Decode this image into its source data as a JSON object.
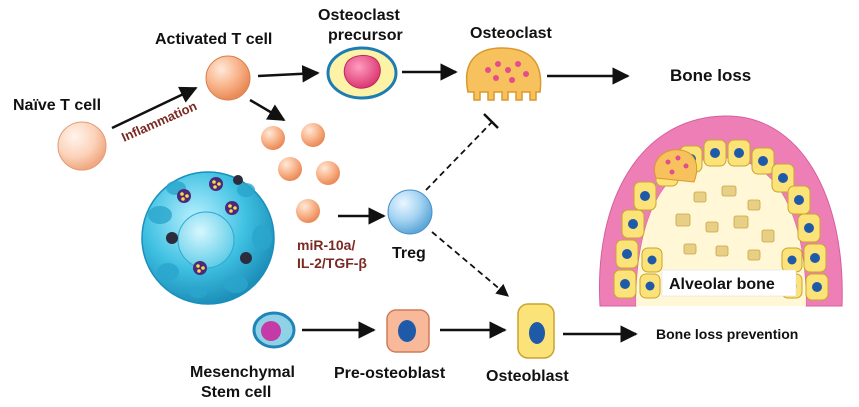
{
  "labels": {
    "naive_t_cell": "Naïve T cell",
    "activated_t_cell": "Activated T cell",
    "osteoclast_precursor_line1": "Osteoclast",
    "osteoclast_precursor_line2": "precursor",
    "osteoclast": "Osteoclast",
    "bone_loss": "Bone loss",
    "inflammation": "Inflammation",
    "mirna_line1": "miR-10a/",
    "mirna_line2": "IL-2/TGF-β",
    "treg": "Treg",
    "alveolar_bone": "Alveolar bone",
    "msc_line1": "Mesenchymal",
    "msc_line2": "Stem cell",
    "pre_osteoblast": "Pre-osteoblast",
    "osteoblast": "Osteoblast",
    "bone_loss_prevention": "Bone loss prevention"
  },
  "colors": {
    "t_cell": "#f7a77c",
    "t_cell_light": "#fde1cf",
    "precursor_body": "#fdf3a6",
    "precursor_nucleus": "#e8457e",
    "osteoclast_body": "#f7c25e",
    "osteoclast_dots": "#e34d8b",
    "exosome": "#38b8d8",
    "treg": "#8bc4ea",
    "gum": "#ee7fb6",
    "bone": "#fff7d6",
    "osteoblast_body": "#fbe37a",
    "osteoblast_nucleus": "#1f5aa8",
    "msc_body": "#8fd2e6",
    "msc_nucleus": "#c43aa6",
    "pre_osteoblast_body": "#f8b99a",
    "label_dark_red": "#7a2a22"
  },
  "icons": {
    "naive_t_cell": "sphere-icon",
    "exosome": "exosome-icon",
    "osteoclast": "osteoclast-icon",
    "treg": "treg-sphere-icon",
    "alveolar_bone": "alveolar-bone-icon"
  }
}
